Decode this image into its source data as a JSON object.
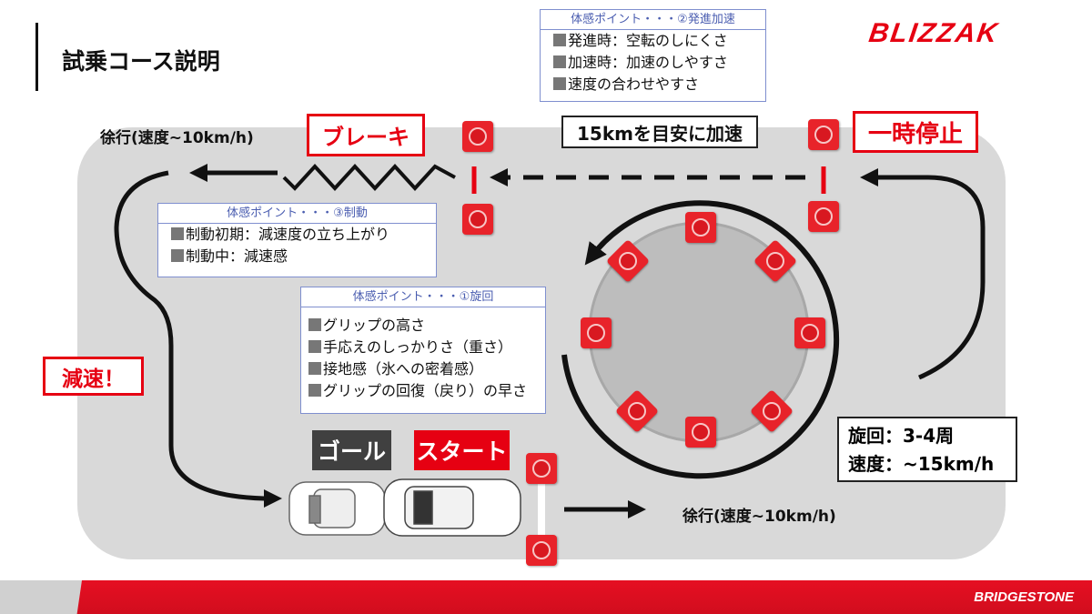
{
  "header": {
    "title": "試乗コース説明",
    "brand_logo": "BLIZZAK"
  },
  "labels": {
    "slow_top": "徐行(速度~10km/h)",
    "slow_bottom": "徐行(速度~10km/h)",
    "brake": "ブレーキ",
    "stop": "一時停止",
    "accelerate": "15kmを目安に加速",
    "decelerate": "減速！",
    "goal": "ゴール",
    "start": "スタート",
    "turn_laps": "旋回：3-4周",
    "turn_speed": "速度：~15km/h"
  },
  "info_boxes": {
    "turning": {
      "heading": "体感ポイント・・・①旋回",
      "lines": [
        "グリップの高さ",
        "手応えのしっかりさ（重さ）",
        "接地感（氷への密着感）",
        "グリップの回復（戻り）の早さ"
      ]
    },
    "acceleration": {
      "heading": "体感ポイント・・・②発進加速",
      "lines": [
        "発進時：空転のしにくさ",
        "加速時：加速のしやすさ",
        "速度の合わせやすさ"
      ]
    },
    "braking": {
      "heading": "体感ポイント・・・③制動",
      "lines": [
        "制動初期：減速度の立ち上がり",
        "制動中：減速感"
      ]
    }
  },
  "footer": {
    "brand": "BRIDGESTONE"
  },
  "colors": {
    "accent": "#e60012",
    "track": "#d9d9d9",
    "circle": "#bdbdbd"
  }
}
